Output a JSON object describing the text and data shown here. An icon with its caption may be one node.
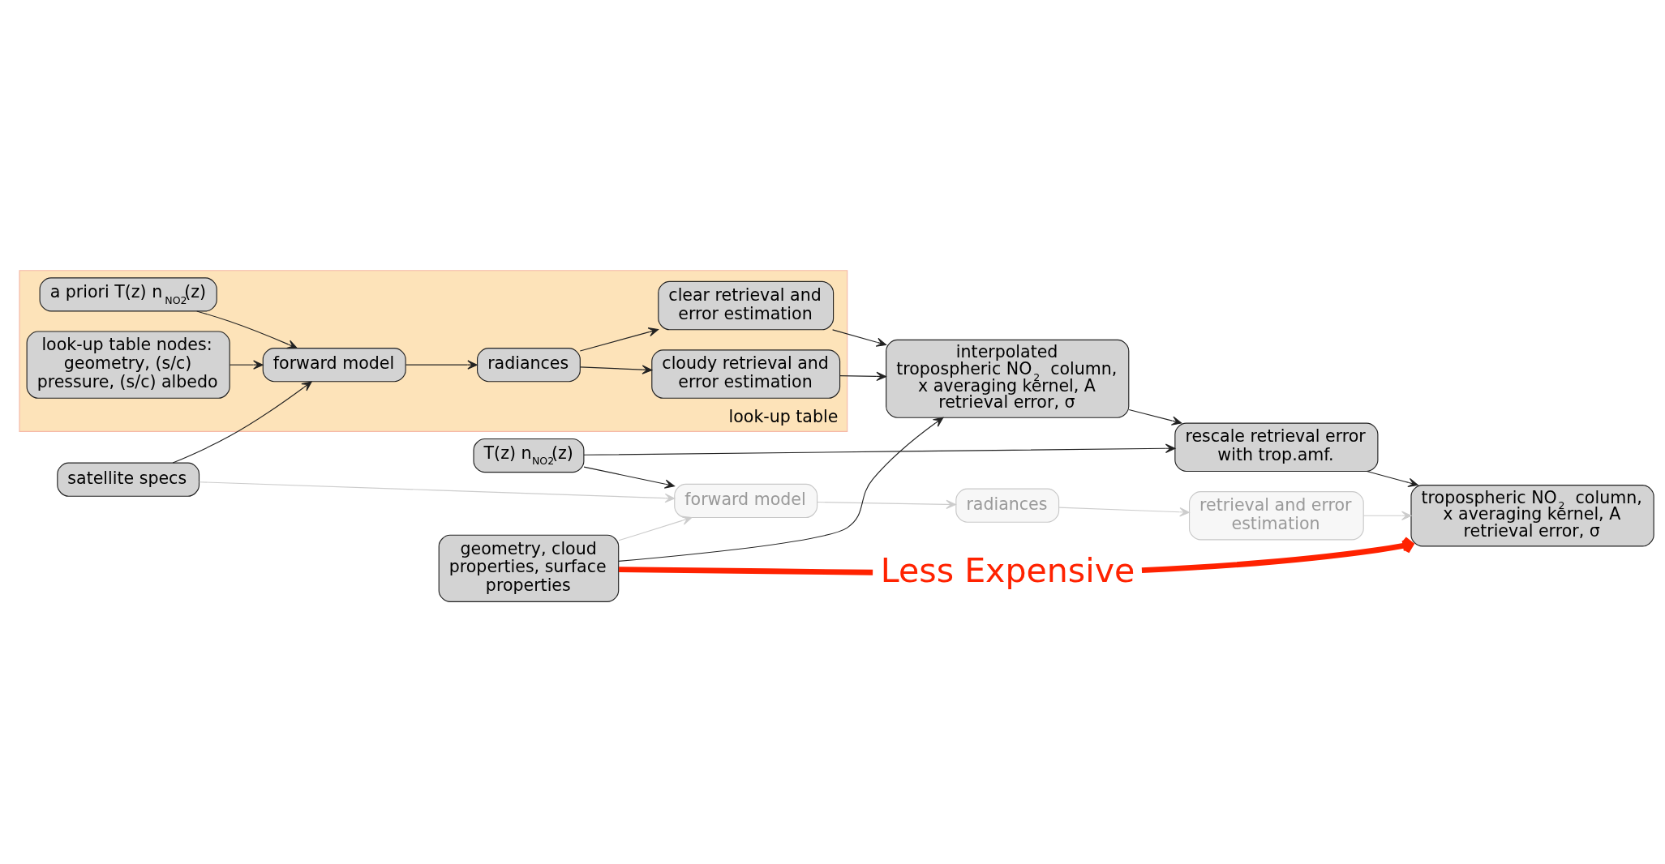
{
  "diagram": {
    "nodes": [
      {
        "text": [
          "T(z) n$_{NO2}$(z)"
        ]
      },
      {
        "text": [
          "forward model"
        ]
      },
      {
        "text": [
          "radiances"
        ]
      },
      {
        "text": [
          "retrieval and error estimation"
        ]
      },
      {
        "text": [
          "tropospheric NO$_{2}$ column, x averaging kernel, A retrieval error, σ"
        ]
      },
      {
        "text": [
          "geometry, cloud properties, surface properties"
        ]
      },
      {
        "text": [
          "satellite specs"
        ]
      },
      {
        "text": [
          "rescale retrieval error with trop.amf."
        ]
      },
      {
        "text": [
          "look-up table"
        ]
      },
      {
        "text": [
          "a priori T(z) n$_{NO2}$(z)"
        ],
        "in": 8
      },
      {
        "text": [
          "forward model"
        ],
        "in": 8
      },
      {
        "text": [
          "radiances"
        ],
        "in": 8
      },
      {
        "text": [
          "cloudy retrieval and error estimation"
        ],
        "in": 8
      },
      {
        "text": [
          "clear retrieval and error estimation"
        ],
        "in": 8
      },
      {
        "text": [
          "look-up table nodes: geometry, (s/c) pressure, (s/c) albedo"
        ],
        "in": 8
      },
      {
        "text": [
          "interpolated tropospheric NO$_{2}$ column, x averaging kernel, A retrieval error, σ"
        ]
      },
      {
        "text": [
          "Less Expensive"
        ]
      }
    ],
    "edges": [
      {
        "from": 0,
        "to": 1,
        "arrow": "to"
      },
      {
        "from": 1,
        "to": 2,
        "arrow": "to",
        "color": "#cccccc"
      },
      {
        "from": 2,
        "to": 3,
        "arrow": "to",
        "color": "#cccccc"
      },
      {
        "from": 3,
        "to": 4,
        "arrow": "to",
        "color": "#cccccc"
      },
      {
        "from": 5,
        "to": 1,
        "arrow": "to",
        "color": "#cccccc"
      },
      {
        "from": 6,
        "to": 1,
        "arrow": "to",
        "color": "#cccccc"
      },
      {
        "from": 0,
        "to": 7,
        "arrow": "to"
      },
      {
        "from": 5,
        "to": 15,
        "arrow": "to"
      },
      {
        "from": 6,
        "to": 10,
        "arrow": "to"
      },
      {
        "from": 9,
        "to": 10,
        "arrow": "to"
      },
      {
        "from": 14,
        "to": 10,
        "arrow": "to"
      },
      {
        "from": 10,
        "to": 11,
        "arrow": "to"
      },
      {
        "from": 11,
        "to": 12,
        "arrow": "to"
      },
      {
        "from": 11,
        "to": 13,
        "arrow": "to"
      },
      {
        "from": 12,
        "to": 15,
        "arrow": "to"
      },
      {
        "from": 13,
        "to": 15,
        "arrow": "to"
      },
      {
        "from": 15,
        "to": 7,
        "arrow": "to"
      },
      {
        "from": 7,
        "to": 4,
        "arrow": "to"
      },
      {
        "from": 5,
        "to": 16,
        "arrow": "none",
        "style": "thick",
        "color": "#ff2200"
      },
      {
        "from": 16,
        "to": 4,
        "arrow": "to",
        "style": "thick",
        "color": "#ff2200"
      }
    ]
  }
}
